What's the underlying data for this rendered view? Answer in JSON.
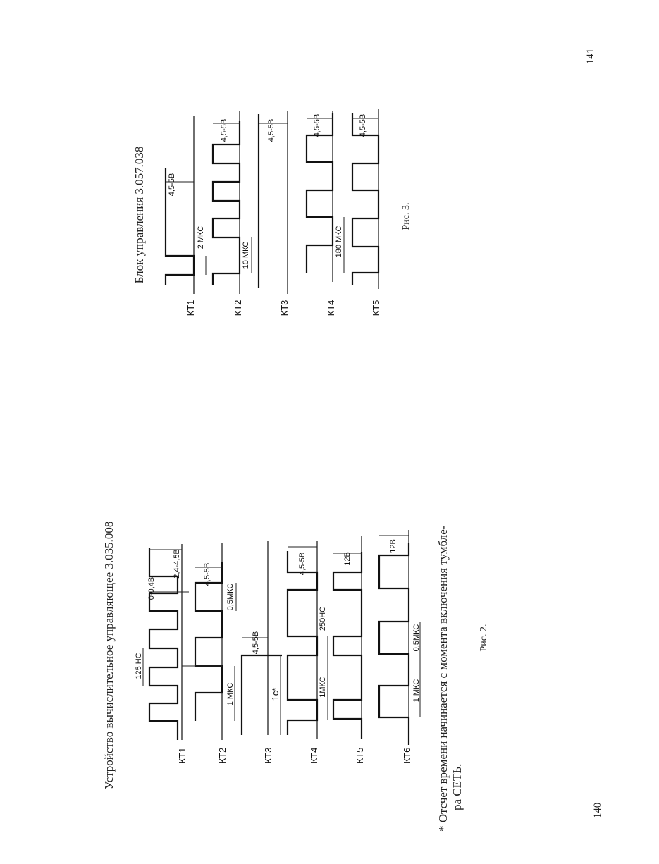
{
  "page_left": {
    "page_number": "140",
    "title": "Устройство вычислительное управляющее 3.035.008",
    "channels": [
      "КТ1",
      "КТ2",
      "КТ3",
      "КТ4",
      "КТ5",
      "КТ6"
    ],
    "annotations": {
      "kt1_period": "125 НС",
      "kt1_high": "2,4-4,5В",
      "kt1_low": "0-0,4В",
      "kt2_period": "1 МКС",
      "kt2_pulse": "0,5МКС",
      "kt2_level": "4,5-5В",
      "kt3_level": "4,5-5В",
      "kt3_delay": "1с*",
      "kt4_level": "4,5-5В",
      "kt4_period": "1МКС",
      "kt4_shift": "250НС",
      "kt5_level": "12В",
      "kt6_level": "12В",
      "kt6_period": "1 МКС",
      "kt6_pulse": "0,5МКС"
    },
    "footnote_line1": "* Отсчет времени начинается с момента включения тумбле-",
    "footnote_line2": "ра СЕТЬ.",
    "caption": "Рис. 2."
  },
  "page_right": {
    "page_number": "141",
    "title": "Блок управления 3.057.038",
    "channels": [
      "КТ1",
      "КТ2",
      "КТ3",
      "КТ4",
      "КТ5"
    ],
    "annotations": {
      "kt1_level": "4,5-5В",
      "kt1_pulse": "2 МКС",
      "kt2_level": "4,5-5В",
      "kt2_period": "10 МКС",
      "kt3_level": "4,5-5В",
      "kt4_level": "4,5-5В",
      "kt4_shift": "180 МКС",
      "kt5_level": "4,5-5В"
    },
    "caption": "Рис. 3."
  }
}
